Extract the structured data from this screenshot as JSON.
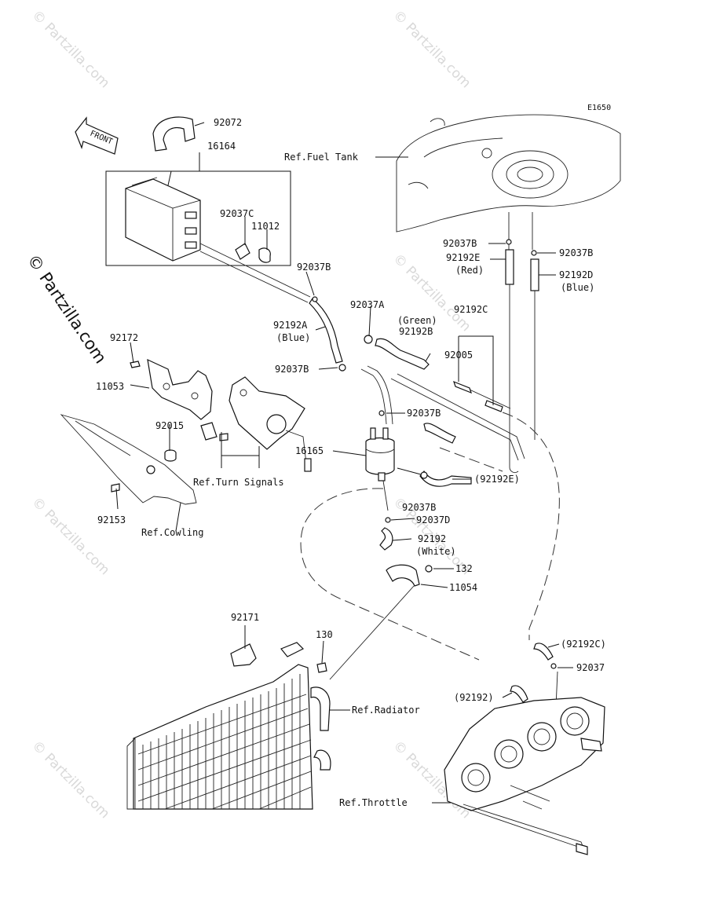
{
  "diagram_code": "E1650",
  "front_label": "FRONT",
  "watermark": {
    "side": "© Partzilla.com",
    "tile": "© Partzilla.com"
  },
  "labels": {
    "p92072": "92072",
    "p16164": "16164",
    "p92037C": "92037C",
    "p11012": "11012",
    "p92037B_a": "92037B",
    "p92037A": "92037A",
    "p92192A": "92192A",
    "p92192A_color": "(Blue)",
    "p92172": "92172",
    "p11053": "11053",
    "p92037B_b": "92037B",
    "p92015": "92015",
    "p92153": "92153",
    "ref_cowling": "Ref.Cowling",
    "ref_turn": "Ref.Turn Signals",
    "p16165": "16165",
    "p92037B_c": "92037B",
    "p92037B_d": "92037B",
    "p92037D": "92037D",
    "p92192": "92192",
    "p92192_color": "(White)",
    "p132": "132",
    "p11054": "11054",
    "p92171": "92171",
    "p130": "130",
    "ref_radiator": "Ref.Radiator",
    "p92192_paren": "(92192)",
    "ref_throttle": "Ref.Throttle",
    "p92037": "92037",
    "p92192C_paren": "(92192C)",
    "p92192E_paren": "(92192E)",
    "p92192B_green": "(Green)",
    "p92192B": "92192B",
    "p92192C": "92192C",
    "p92005": "92005",
    "ref_fuel": "Ref.Fuel Tank",
    "p92037B_e": "92037B",
    "p92192E": "92192E",
    "p92192E_color": "(Red)",
    "p92037B_f": "92037B",
    "p92192D": "92192D",
    "p92192D_color": "(Blue)"
  }
}
